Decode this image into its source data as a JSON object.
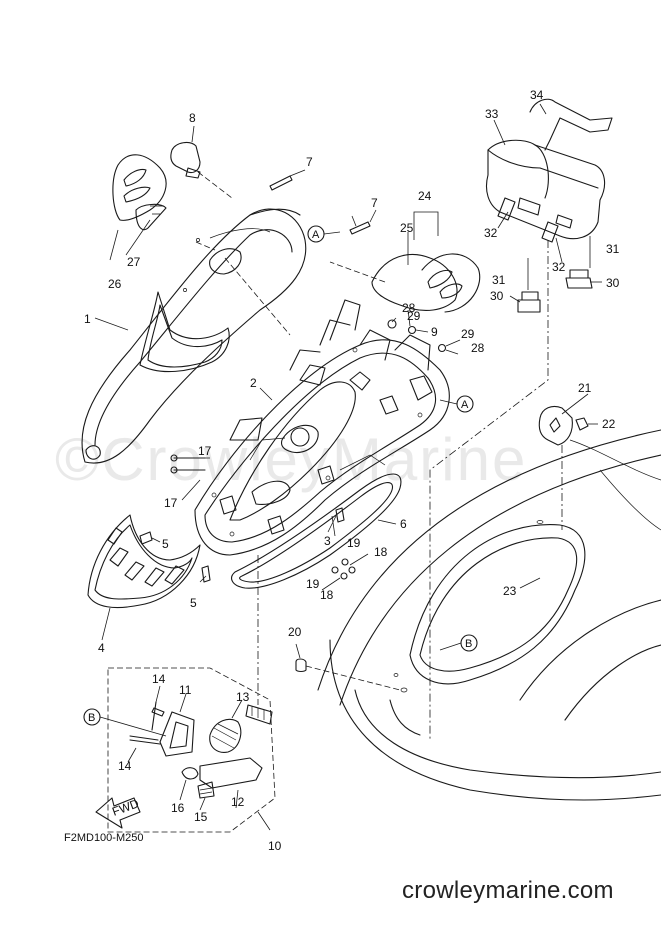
{
  "watermark": "©CrowleyMarine",
  "figure_code": "F2MD100-M250",
  "site": "crowleymarine.com",
  "fwd_label": "FWD",
  "ref_a": "A",
  "ref_b": "B",
  "callouts": {
    "c1": "1",
    "c2": "2",
    "c3": "3",
    "c4": "4",
    "c5": "5",
    "c5b": "5",
    "c6": "6",
    "c7": "7",
    "c7b": "7",
    "c8": "8",
    "c9": "9",
    "c10": "10",
    "c11": "11",
    "c12": "12",
    "c13": "13",
    "c14": "14",
    "c14b": "14",
    "c15": "15",
    "c16": "16",
    "c17": "17",
    "c17b": "17",
    "c18": "18",
    "c18b": "18",
    "c19": "19",
    "c19b": "19",
    "c20": "20",
    "c21": "21",
    "c22": "22",
    "c23": "23",
    "c24": "24",
    "c25": "25",
    "c26": "26",
    "c27": "27",
    "c28": "28",
    "c28b": "28",
    "c29": "29",
    "c29b": "29",
    "c30": "30",
    "c30b": "30",
    "c31": "31",
    "c31b": "31",
    "c32": "32",
    "c32b": "32",
    "c33": "33",
    "c34": "34"
  }
}
